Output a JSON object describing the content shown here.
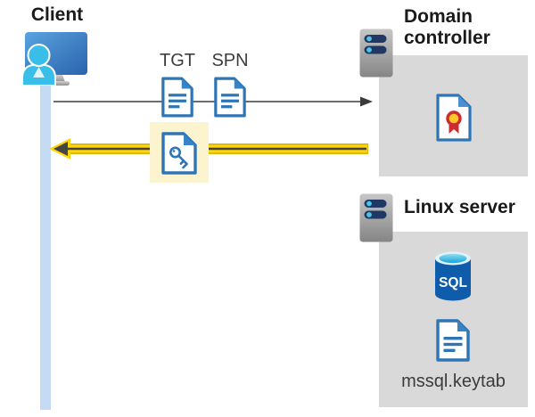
{
  "client": {
    "title": "Client"
  },
  "flow": {
    "tgt_label": "TGT",
    "spn_label": "SPN"
  },
  "domain_controller": {
    "title": "Domain controller"
  },
  "linux_server": {
    "title": "Linux server",
    "database_label": "SQL",
    "keytab_label": "mssql.keytab"
  },
  "icons": {
    "client": "person-at-monitor-icon",
    "ticket": "document-icon",
    "session_key": "key-document-icon",
    "certificate": "certificate-document-icon",
    "server": "server-tower-icon",
    "database": "sql-database-icon"
  },
  "colors": {
    "highlight_yellow": "#FBF4CE",
    "arrow_yellow": "#FFD60A",
    "arrow_gray": "#585858",
    "panel_gray": "#D9D9D9",
    "doc_blue": "#2E75B6",
    "timeline_blue": "#C5DBF5"
  }
}
